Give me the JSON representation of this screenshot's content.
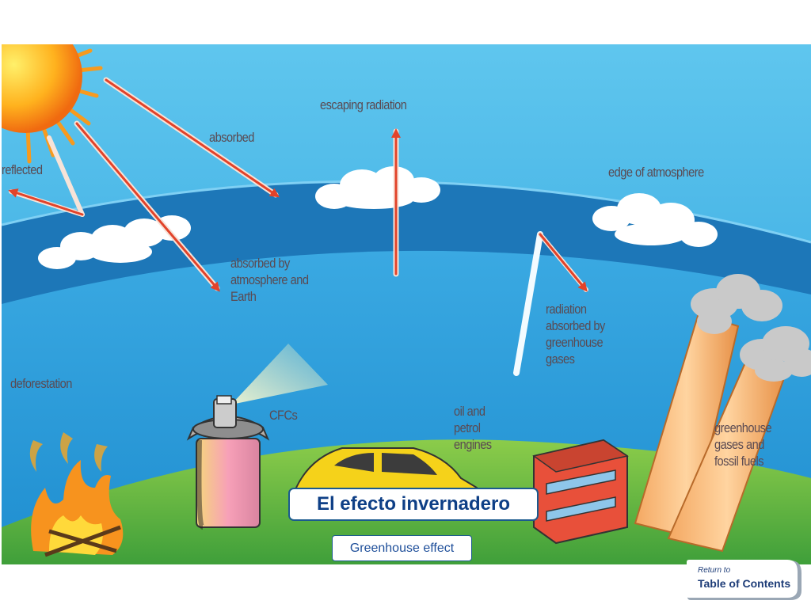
{
  "diagram": {
    "labels": {
      "escaping_radiation": "escaping radiation",
      "absorbed": "absorbed",
      "reflected": "reflected",
      "edge_of_atmosphere": "edge of atmosphere",
      "absorbed_by_atmosphere": "absorbed by\natmosphere and\nEarth",
      "radiation_absorbed": "radiation\nabsorbed by\ngreenhouse\ngases",
      "deforestation": "deforestation",
      "cfcs": "CFCs",
      "engines": "oil and\npetrol\nengines",
      "greenhouse_gases": "greenhouse\ngases and\nfossil fuels"
    },
    "colors": {
      "sky": "#2ba6e2",
      "atmosphere": "#1a73b4",
      "ground": "#4aa840",
      "arrow": "#e2432a",
      "sun": "#f7931e"
    }
  },
  "captions": {
    "title": "El efecto invernadero",
    "subtitle": "Greenhouse effect"
  },
  "navigation": {
    "return_small": "Return to",
    "return_big": "Table of Contents"
  }
}
